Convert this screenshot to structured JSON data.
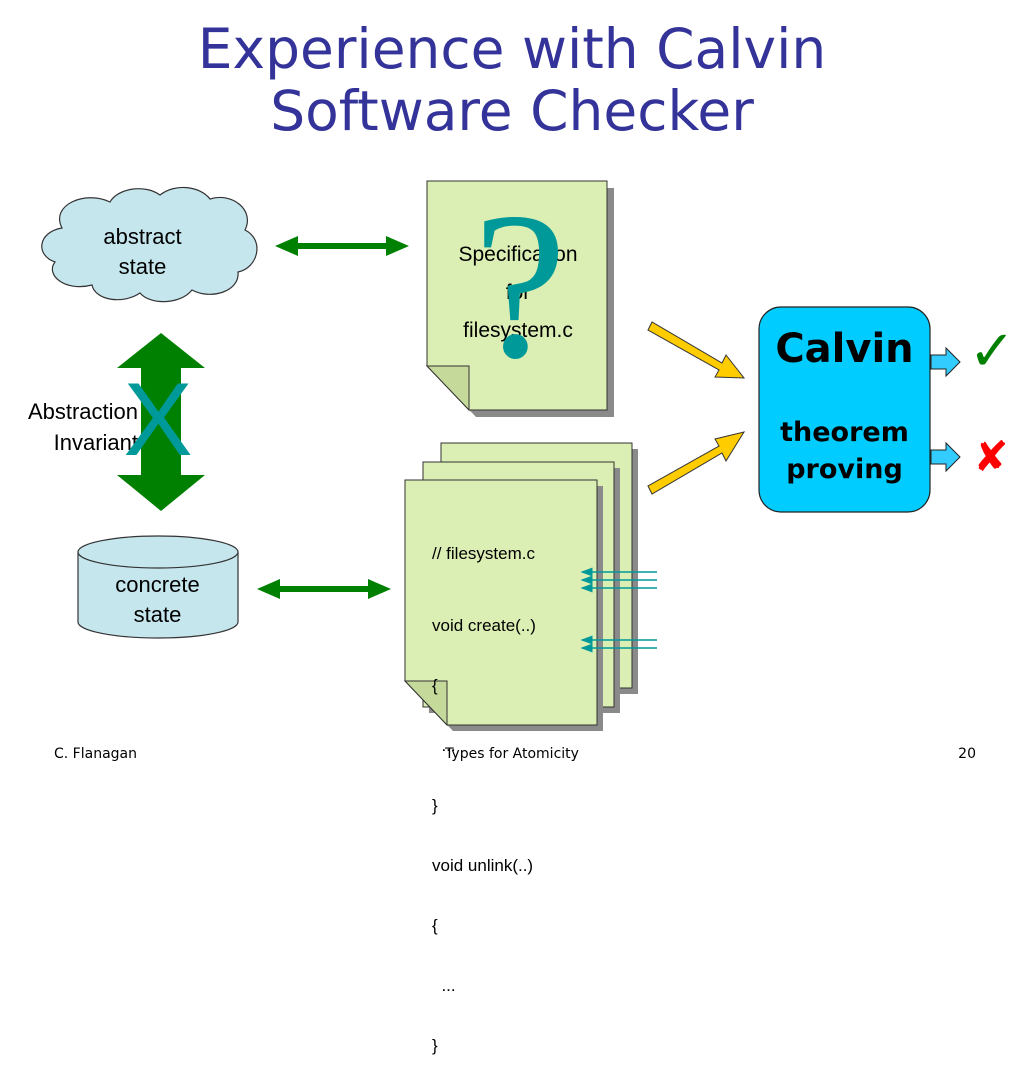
{
  "slide": {
    "title_line1": "Experience with Calvin",
    "title_line2": "Software Checker"
  },
  "diagram": {
    "abstract_state_l1": "abstract",
    "abstract_state_l2": "state",
    "concrete_state_l1": "concrete",
    "concrete_state_l2": "state",
    "abstraction_l1": "Abstraction",
    "abstraction_l2": "Invariant",
    "x_mark": "X",
    "question_mark": "?",
    "spec_l1": "Specification",
    "spec_l2": "for",
    "spec_l3": "filesystem.c",
    "calvin_name": "Calvin",
    "calvin_l1": "theorem",
    "calvin_l2": "proving",
    "check_mark": "✓",
    "cross_mark": "✘",
    "code_lines": [
      "// filesystem.c",
      "void create(..)",
      "{",
      "  ...",
      "}",
      "void unlink(..)",
      "{",
      "  ...",
      "}"
    ]
  },
  "footer": {
    "author": "C. Flanagan",
    "talk": "Types for Atomicity",
    "page": "20"
  },
  "colors": {
    "title": "#333399",
    "cloud": "#c6e6ee",
    "cylinder": "#c6e6ee",
    "page": "#dbeeb3",
    "shadow": "#8a8a8a",
    "green_arrow": "#008000",
    "teal": "#009999",
    "calvin_box": "#00ccff",
    "yellow_arrow": "#ffcc00",
    "check": "#008000",
    "cross": "#ff0000"
  }
}
